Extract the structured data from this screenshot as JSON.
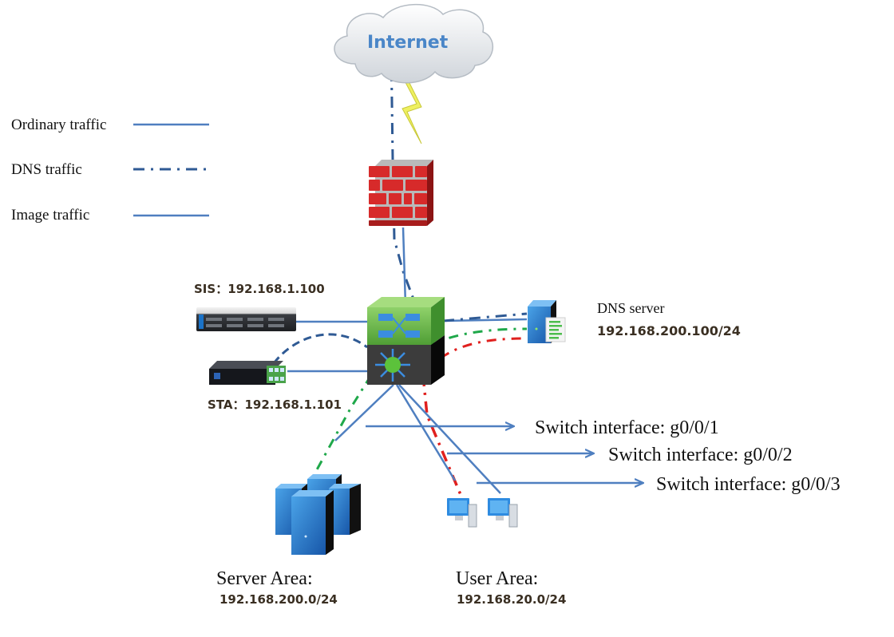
{
  "legend": {
    "items": [
      {
        "label": "Ordinary traffic",
        "style": "solid",
        "color": "#4f7fc0"
      },
      {
        "label": "DNS traffic",
        "style": "dash-dot",
        "color": "#2f5a94"
      },
      {
        "label": "Image traffic",
        "style": "solid",
        "color": "#4f7fc0"
      }
    ]
  },
  "nodes": {
    "internet": {
      "label": "Internet",
      "icon": "cloud-icon"
    },
    "firewall": {
      "icon": "firewall-icon"
    },
    "core_switch": {
      "icon": "layer3-switch-icon"
    },
    "sis": {
      "label": "SIS：192.168.1.100",
      "icon": "rack-server-icon"
    },
    "sta": {
      "label": "STA：192.168.1.101",
      "icon": "appliance-icon"
    },
    "dns_server": {
      "title": "DNS server",
      "ip": "192.168.200.100/24",
      "icon": "server-tower-icon"
    },
    "server_area": {
      "title": "Server Area:",
      "subnet": "192.168.200.0/24",
      "icon": "server-cluster-icon"
    },
    "user_area": {
      "title": "User Area:",
      "subnet": "192.168.20.0/24",
      "icon": "desktop-pc-icon"
    }
  },
  "interfaces": [
    {
      "label": "Switch interface: g0/0/1"
    },
    {
      "label": "Switch interface: g0/0/2"
    },
    {
      "label": "Switch interface: g0/0/3"
    }
  ],
  "colors": {
    "ordinary": "#4f7fc0",
    "dns": "#2f5a94",
    "green_flow": "#1fa84a",
    "red_flow": "#e0201e",
    "lightning": "#e8e84a"
  }
}
